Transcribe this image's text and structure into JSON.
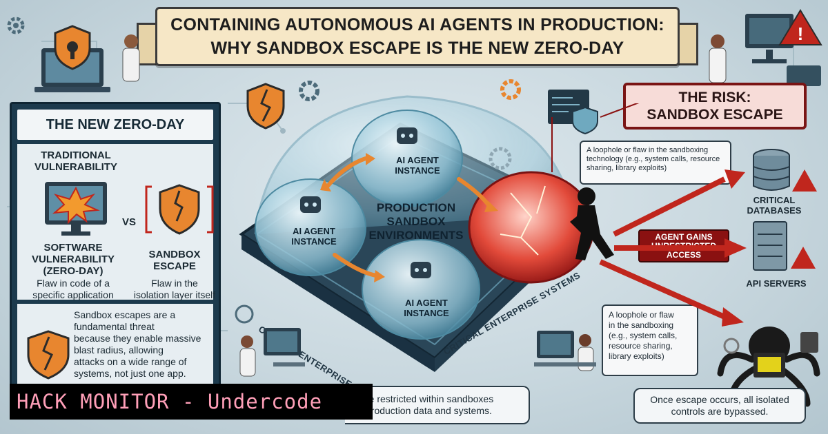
{
  "title": {
    "line1": "CONTAINING AUTONOMOUS AI AGENTS IN PRODUCTION:",
    "line2": "WHY SANDBOX ESCAPE IS THE NEW ZERO-DAY"
  },
  "left_panel": {
    "heading": "THE NEW ZERO-DAY",
    "traditional": "TRADITIONAL\nVULNERABILITY",
    "vs": "VS",
    "software": "SOFTWARE\nVULNERABILITY\n(ZERO-DAY)",
    "software_desc": "Flaw in code of a\nspecific application",
    "sandbox": "SANDBOX\nESCAPE",
    "sandbox_desc": "Flaw in the\nisolation layer itself",
    "threat_text": "Sandbox escapes are a\nfundamental threat\nbecause they enable massive\nblast radius, allowing\nattacks on a wide range of\nsystems, not just one app."
  },
  "center": {
    "agent_label": "AI AGENT\nINSTANCE",
    "environments": "PRODUCTION\nSANDBOX\nENVIRONMENTS",
    "systems_left": "CRITICAL ENTERPRISE SYSTEMS",
    "systems_right": "CRITICAL ENTERPRISE SYSTEMS"
  },
  "risk": {
    "line1": "THE RISK:",
    "line2": "SANDBOX ESCAPE",
    "callout_top": "A loophole or flaw in the sandboxing\ntechnology (e.g., system calls, resource\nsharing, library exploits)",
    "callout_bottom": "A loophole or flaw\nin the sandboxing\n(e.g., system calls,\nresource sharing,\nlibrary exploits)",
    "access": "AGENT GAINS\nUNRESTRICTED\nACCESS"
  },
  "targets": {
    "databases": "CRITICAL\nDATABASES",
    "servers": "API SERVERS"
  },
  "bottom": {
    "middle_caption": "re restricted within sandboxes\nproduction data and systems.",
    "right_caption": "Once escape occurs, all isolated\ncontrols are bypassed."
  },
  "overlay": {
    "hack_monitor": "HACK MONITOR - Undercode"
  },
  "colors": {
    "accent_red": "#c0261d",
    "dark_navy": "#1c3a4d",
    "orange": "#e8862f",
    "banner": "#f6e7c6"
  }
}
